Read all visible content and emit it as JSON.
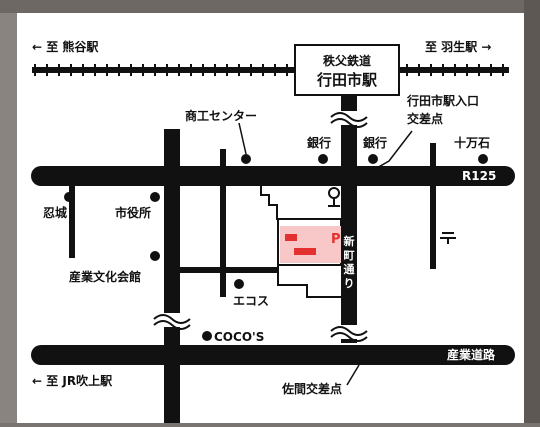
{
  "rail": {
    "left_direction": "← 至 熊谷駅",
    "right_direction": "至 羽生駅 →",
    "line_name": "秩父鉄道",
    "station_name": "行田市駅"
  },
  "roads": {
    "r125": "R125",
    "industrial": "産業道路",
    "shinmachi_1": "新",
    "shinmachi_2": "町",
    "shinmachi_3": "通",
    "shinmachi_4": "り"
  },
  "labels": {
    "shopping_center": "商工センター",
    "bank_1": "銀行",
    "bank_2": "銀行",
    "crossing_1": "行田市駅入口",
    "crossing_2": "交差点",
    "jumangoku": "十万石",
    "oshi_castle": "忍城",
    "city_hall": "市役所",
    "industry_hall": "産業文化会館",
    "ecos": "エコス",
    "cocos": "COCO'S",
    "sama_crossing": "佐間交差点",
    "bottom_direction": "← 至 JR吹上駅",
    "parking": "P"
  },
  "colors": {
    "road": "#111111",
    "target_fill": "#f8c8c8",
    "target_mark": "#e53030"
  }
}
